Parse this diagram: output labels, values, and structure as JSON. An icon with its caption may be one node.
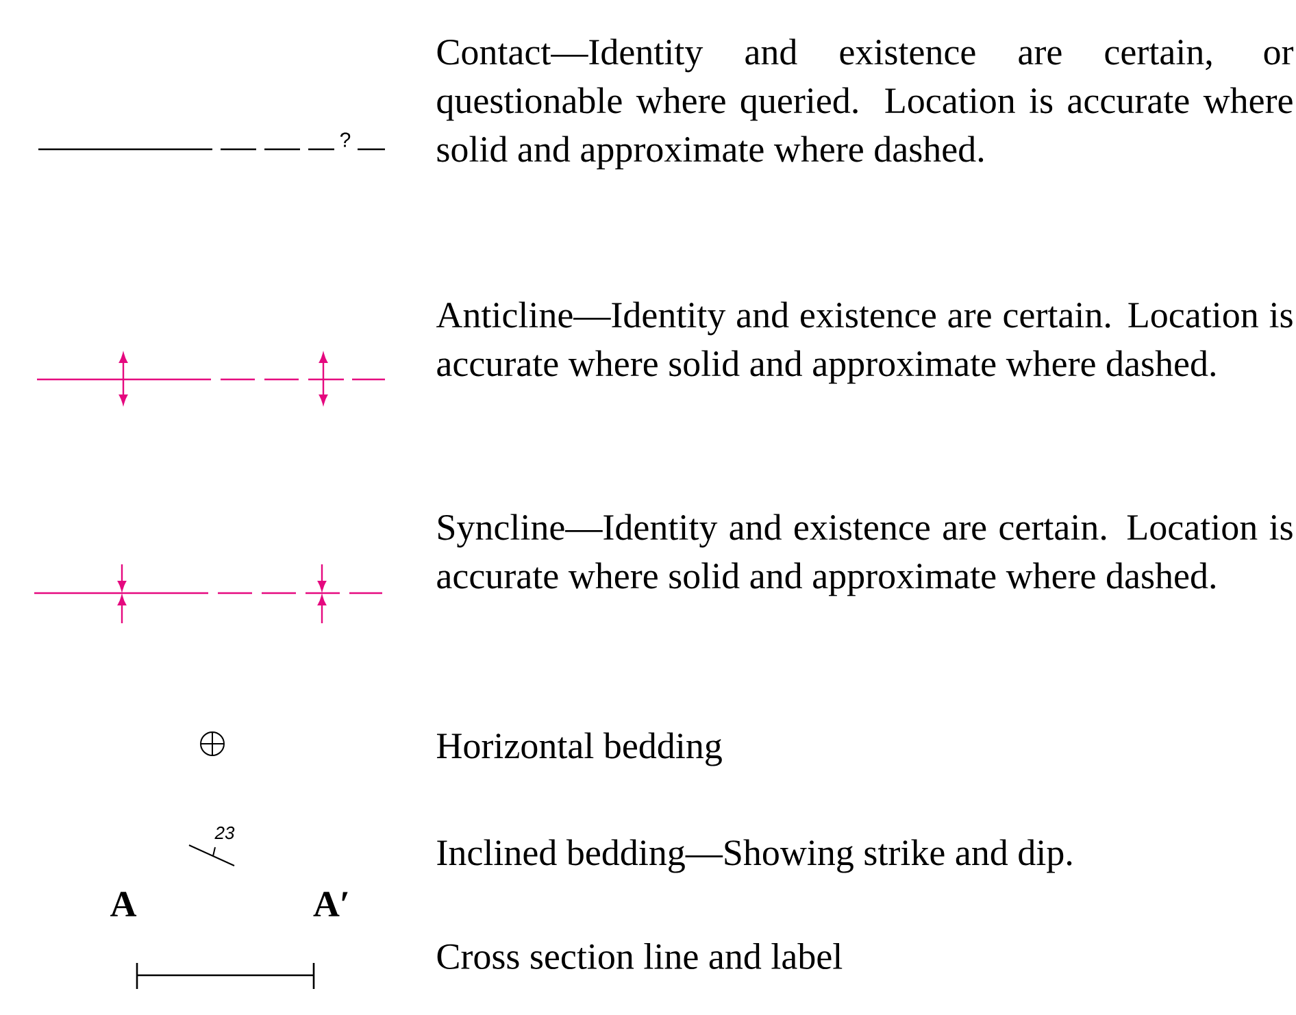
{
  "diagram": {
    "legend": [
      {
        "text": "Contact—Identity and existence are certain, or questionable where queried. Location is accurate where solid and approximate where dashed."
      },
      {
        "text": "Anticline—Identity and existence are certain. Location is accurate where solid and approximate where dashed."
      },
      {
        "text": "Syncline—Identity and existence are certain. Location is accurate where solid and approximate where dashed."
      },
      {
        "text": "Horizontal bedding"
      },
      {
        "text": "Inclined bedding—Showing strike and dip."
      },
      {
        "text": "Cross section line and label"
      }
    ],
    "labels": [
      "?",
      "23",
      "A",
      "A′"
    ]
  }
}
